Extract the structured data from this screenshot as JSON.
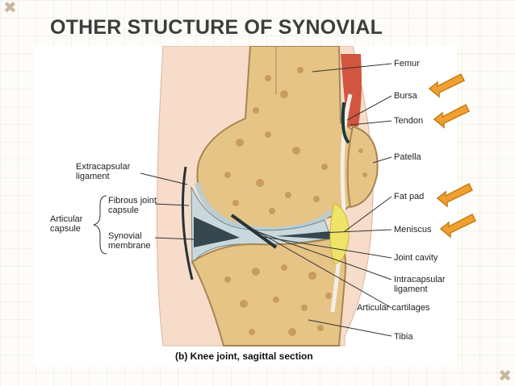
{
  "slide": {
    "title": "OTHER STUCTURE OF SYNOVIAL",
    "corner_mark": "✖"
  },
  "figure": {
    "caption": "(b) Knee joint, sagittal section",
    "labels": {
      "femur": "Femur",
      "bursa": "Bursa",
      "tendon": "Tendon",
      "patella": "Patella",
      "fat_pad": "Fat pad",
      "meniscus": "Meniscus",
      "joint_cavity": "Joint cavity",
      "intracapsular_ligament_1": "Intracapsular",
      "intracapsular_ligament_2": "ligament",
      "articular_cartilages": "Articular cartilages",
      "tibia": "Tibia",
      "extracapsular_ligament_1": "Extracapsular",
      "extracapsular_ligament_2": "ligament",
      "fibrous_joint_capsule_1": "Fibrous joint",
      "fibrous_joint_capsule_2": "capsule",
      "synovial_membrane_1": "Synovial",
      "synovial_membrane_2": "membrane",
      "articular_capsule_1": "Articular",
      "articular_capsule_2": "capsule"
    }
  },
  "colors": {
    "arrow": "#f0a030",
    "bone": "#e6c486",
    "cavity": "#c9d8dc",
    "muscle": "#d2553f",
    "fat": "#efe36a"
  }
}
